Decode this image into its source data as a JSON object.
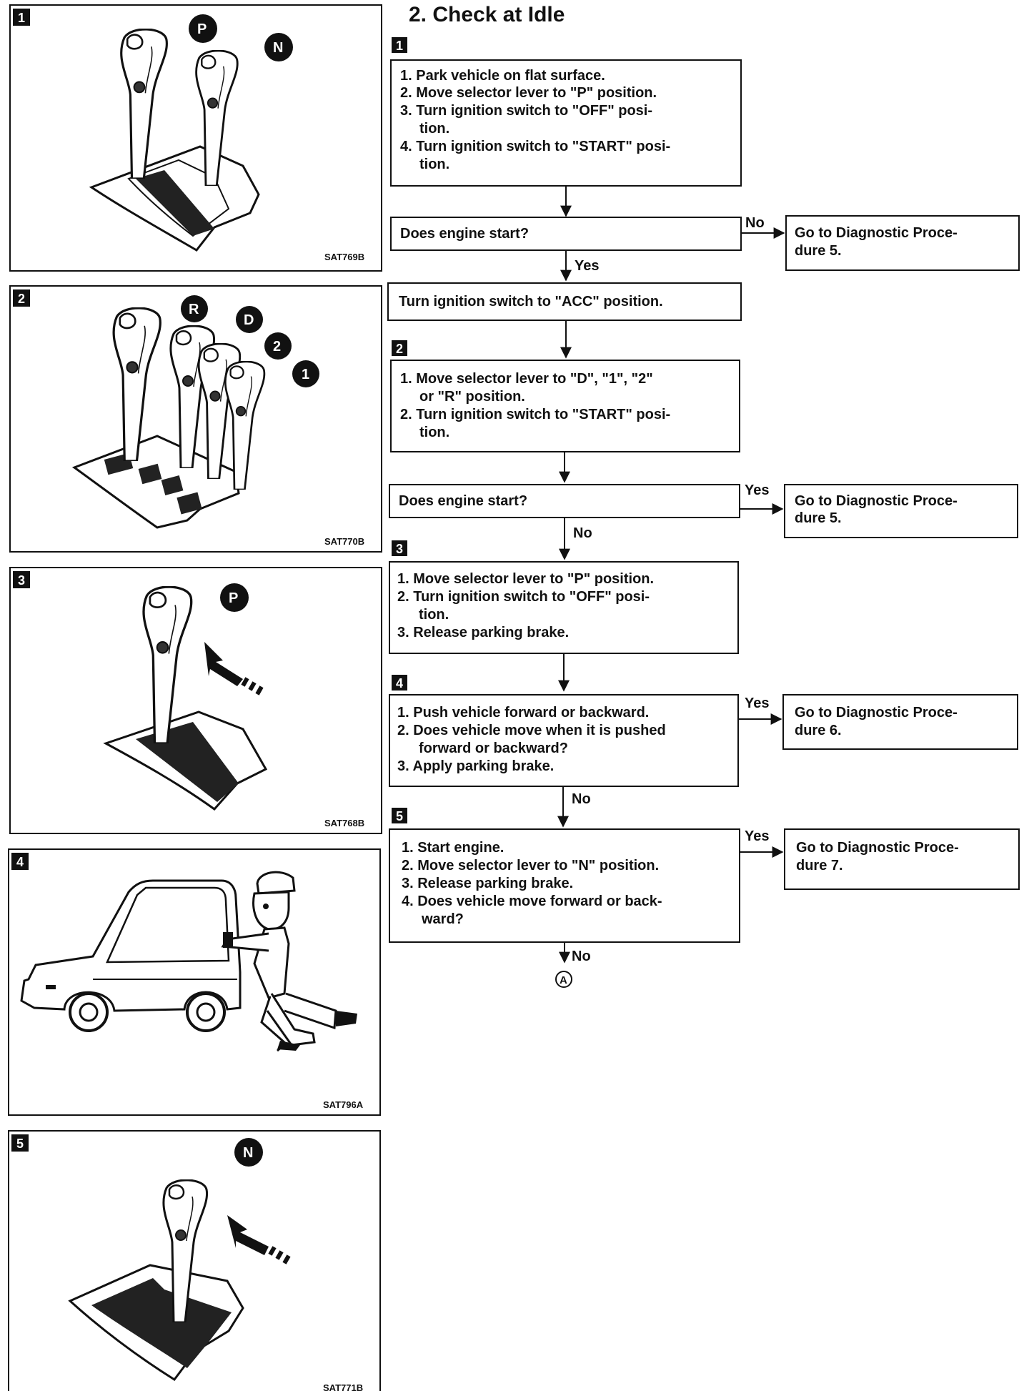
{
  "title": "2.  Check at Idle",
  "step_tags": [
    "1",
    "2",
    "3",
    "4",
    "5"
  ],
  "panels": [
    {
      "code": "SAT769B",
      "labels": [
        "P",
        "N"
      ]
    },
    {
      "code": "SAT770B",
      "labels": [
        "R",
        "D",
        "2",
        "1"
      ]
    },
    {
      "code": "SAT768B",
      "labels": [
        "P"
      ]
    },
    {
      "code": "SAT796A",
      "labels": []
    },
    {
      "code": "SAT771B",
      "labels": [
        "N"
      ]
    }
  ],
  "flow": {
    "box1": [
      "1. Park vehicle on flat surface.",
      "2. Move selector lever to \"P\" position.",
      "3. Turn ignition switch to \"OFF\" posi-",
      "tion.",
      "4. Turn ignition switch to \"START\" posi-",
      "tion."
    ],
    "q1": "Does engine start?",
    "q1_no": "No",
    "q1_yes": "Yes",
    "goto5a": [
      "Go to Diagnostic Proce-",
      "dure 5."
    ],
    "acc": "Turn ignition switch to \"ACC\" position.",
    "box2": [
      "1. Move selector lever to \"D\", \"1\", \"2\"",
      "or \"R\" position.",
      "2. Turn ignition switch to \"START\" posi-",
      "tion."
    ],
    "q2": "Does engine start?",
    "q2_yes": "Yes",
    "q2_no": "No",
    "goto5b": [
      "Go to Diagnostic Proce-",
      "dure 5."
    ],
    "box3": [
      "1. Move selector lever to \"P\" position.",
      "2. Turn ignition switch to \"OFF\" posi-",
      "tion.",
      "3. Release parking brake."
    ],
    "box4": [
      "1. Push vehicle forward or backward.",
      "2. Does vehicle move when it is pushed",
      "forward or backward?",
      "3. Apply parking brake."
    ],
    "box4_yes": "Yes",
    "box4_no": "No",
    "goto6": [
      "Go to Diagnostic Proce-",
      "dure 6."
    ],
    "box5": [
      "1. Start engine.",
      "2. Move selector lever to \"N\" position.",
      "3. Release parking brake.",
      "4. Does vehicle move forward or back-",
      "ward?"
    ],
    "box5_yes": "Yes",
    "box5_no": "No",
    "goto7": [
      "Go to Diagnostic Proce-",
      "dure 7."
    ],
    "connector": "A"
  },
  "colors": {
    "ink": "#111111",
    "paper": "#ffffff",
    "slot": "#222222"
  }
}
